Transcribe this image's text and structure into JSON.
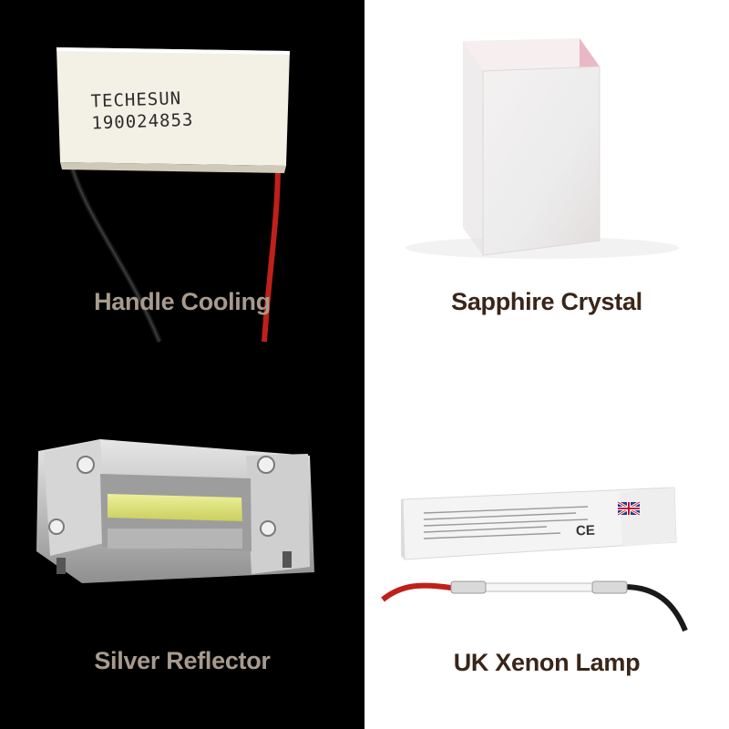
{
  "products": [
    {
      "name": "Handle Cooling",
      "module_text": [
        "TECHESUN",
        "190024853"
      ]
    },
    {
      "name": "Sapphire Crystal"
    },
    {
      "name": "Silver Reflector"
    },
    {
      "name": "UK Xenon Lamp",
      "box_label": "CE"
    }
  ],
  "colors": {
    "dark_background": "#000000",
    "light_background": "#ffffff",
    "caption_on_dark": "#a89a8e",
    "caption_on_light": "#3a2518",
    "reflector_glass": "#d9e07a",
    "wire_red": "#c0201a",
    "wire_black": "#1a1a1a"
  },
  "icons": [
    "thermoelectric-module-image",
    "sapphire-block-image",
    "reflector-image",
    "xenon-lamp-image",
    "uk-flag-icon"
  ]
}
